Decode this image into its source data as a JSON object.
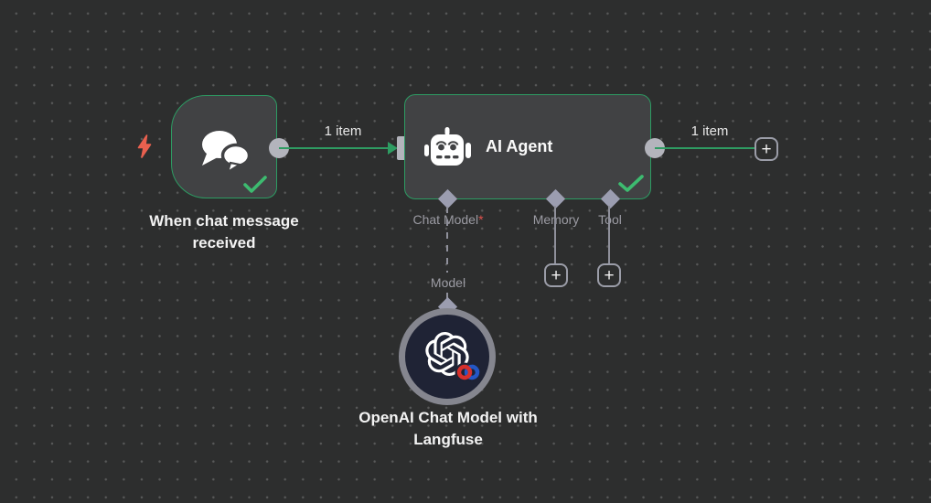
{
  "colors": {
    "canvas_bg": "#2d2e2e",
    "node_bg": "#414244",
    "node_border_green": "#2d9c63",
    "link_green": "#2e9c62",
    "check_green": "#3dbb70",
    "endpoint_gray": "#b3b4bc",
    "connector_gray": "#9b9db0",
    "muted_text": "#9b9ba3",
    "required_red": "#e0524d",
    "bolt_orange": "#e9604f",
    "subnode_bg": "#1f2335",
    "subnode_ring": "#85868f"
  },
  "trigger_node": {
    "name": "When chat message received",
    "icon": "chat-bubbles-icon",
    "status": "success"
  },
  "agent_node": {
    "title": "AI Agent",
    "icon": "robot-icon",
    "status": "success",
    "input_ports": [
      {
        "label": "Chat Model",
        "required_mark": "*"
      },
      {
        "label": "Memory",
        "required_mark": ""
      },
      {
        "label": "Tool",
        "required_mark": ""
      }
    ]
  },
  "model_node": {
    "name": "OpenAI Chat Model with Langfuse",
    "icon": "openai-icon",
    "port_label": "Model"
  },
  "connections": {
    "trigger_to_agent_label": "1 item",
    "agent_output_label": "1 item"
  },
  "add_button_glyph": "+"
}
